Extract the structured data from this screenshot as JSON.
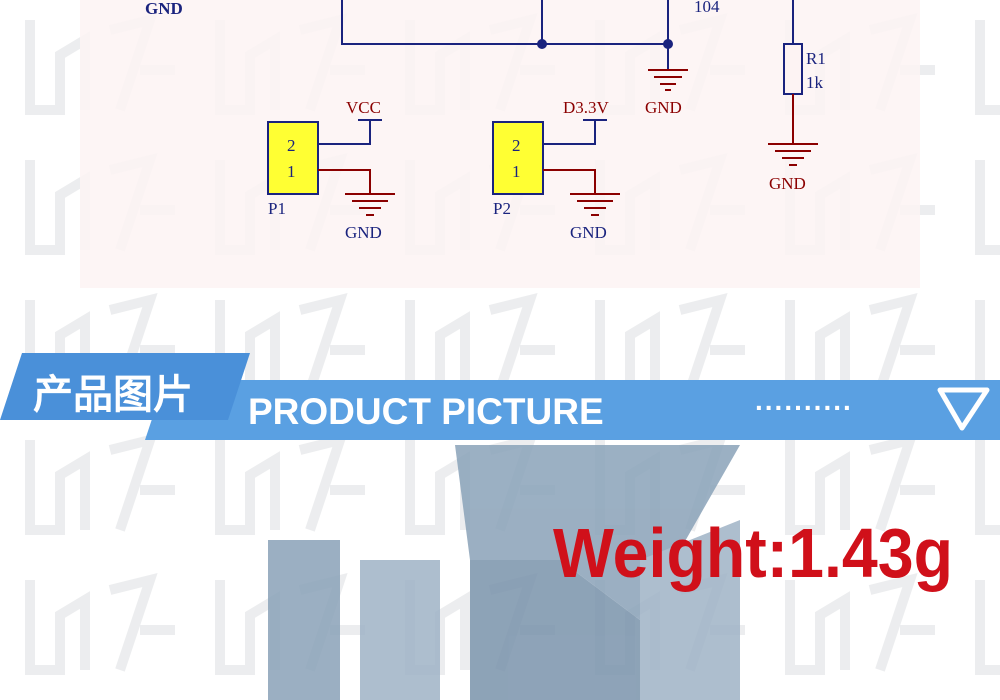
{
  "schematic": {
    "labels": {
      "gnd_top_left": "GND",
      "cap_value": "104",
      "gnd_cap": "GND",
      "r1_name": "R1",
      "r1_value": "1k",
      "gnd_r1": "GND",
      "vcc": "VCC",
      "d33v": "D3.3V",
      "p1_pin2": "2",
      "p1_pin1": "1",
      "p1_name": "P1",
      "p1_gnd": "GND",
      "p2_pin2": "2",
      "p2_pin1": "1",
      "p2_name": "P2",
      "p2_gnd": "GND"
    },
    "colors": {
      "wire": "#1a237e",
      "power_text": "#8b0000",
      "connector_fill": "#ffff33",
      "background": "#fdf3f3"
    }
  },
  "section_header": {
    "title_cn": "产品图片",
    "title_en": "PRODUCT PICTURE",
    "dots": "..........",
    "icon": "triangle-down-icon",
    "colors": {
      "primary": "#4a90d9",
      "secondary": "#5aa0e2"
    }
  },
  "product": {
    "weight_label": "Weight:1.43g",
    "weight_color": "#d0101a"
  },
  "watermark": {
    "color": "#c5c9ce",
    "opacity": 0.3
  }
}
